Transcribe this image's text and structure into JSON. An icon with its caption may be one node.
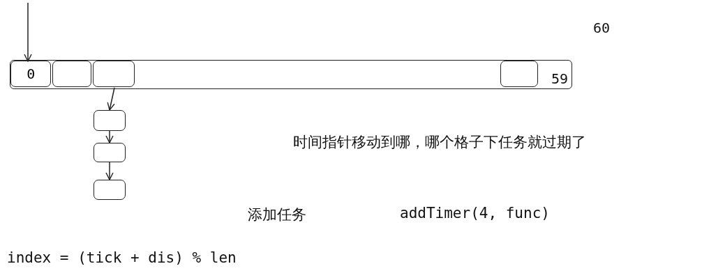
{
  "diagram": {
    "nodes": [
      {
        "text": [],
        "shape": "bar"
      },
      {
        "text": [
          "0"
        ],
        "in": 0
      },
      {
        "text": [],
        "shape": "box",
        "in": 0
      },
      {
        "text": [],
        "shape": "box",
        "in": 0
      },
      {
        "text": [],
        "shape": "box",
        "in": 0
      },
      {
        "text": [],
        "shape": "box"
      },
      {
        "text": [],
        "shape": "box"
      },
      {
        "text": [],
        "shape": "box"
      }
    ],
    "edges": [
      {
        "from": null,
        "to": 1,
        "arrow": "to"
      },
      {
        "from": 3,
        "to": 5,
        "arrow": "to"
      },
      {
        "from": 5,
        "to": 6,
        "arrow": "to"
      },
      {
        "from": 6,
        "to": 7,
        "arrow": "to"
      }
    ],
    "labels": [
      "60",
      "59",
      "时间指针移动到哪，哪个格子下任务就过期了",
      "添加任务",
      "addTimer(4, func)",
      "index = (tick + dis) % len"
    ]
  }
}
